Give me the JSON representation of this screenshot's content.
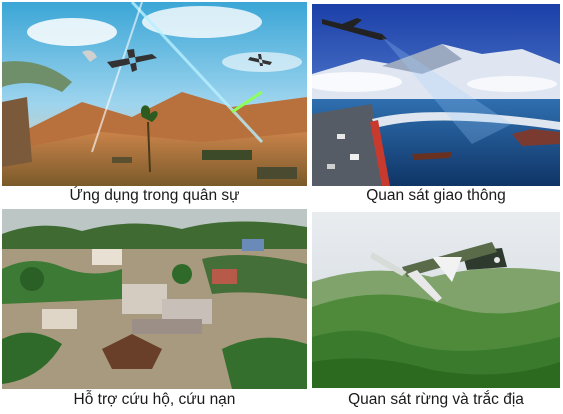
{
  "panels": [
    {
      "caption": "Ứng dụng trong quân sự"
    },
    {
      "caption": "Quan sát giao thông"
    },
    {
      "caption": "Hỗ trợ cứu hộ, cứu nạn"
    },
    {
      "caption": "Quan sát rừng và trắc địa"
    }
  ]
}
